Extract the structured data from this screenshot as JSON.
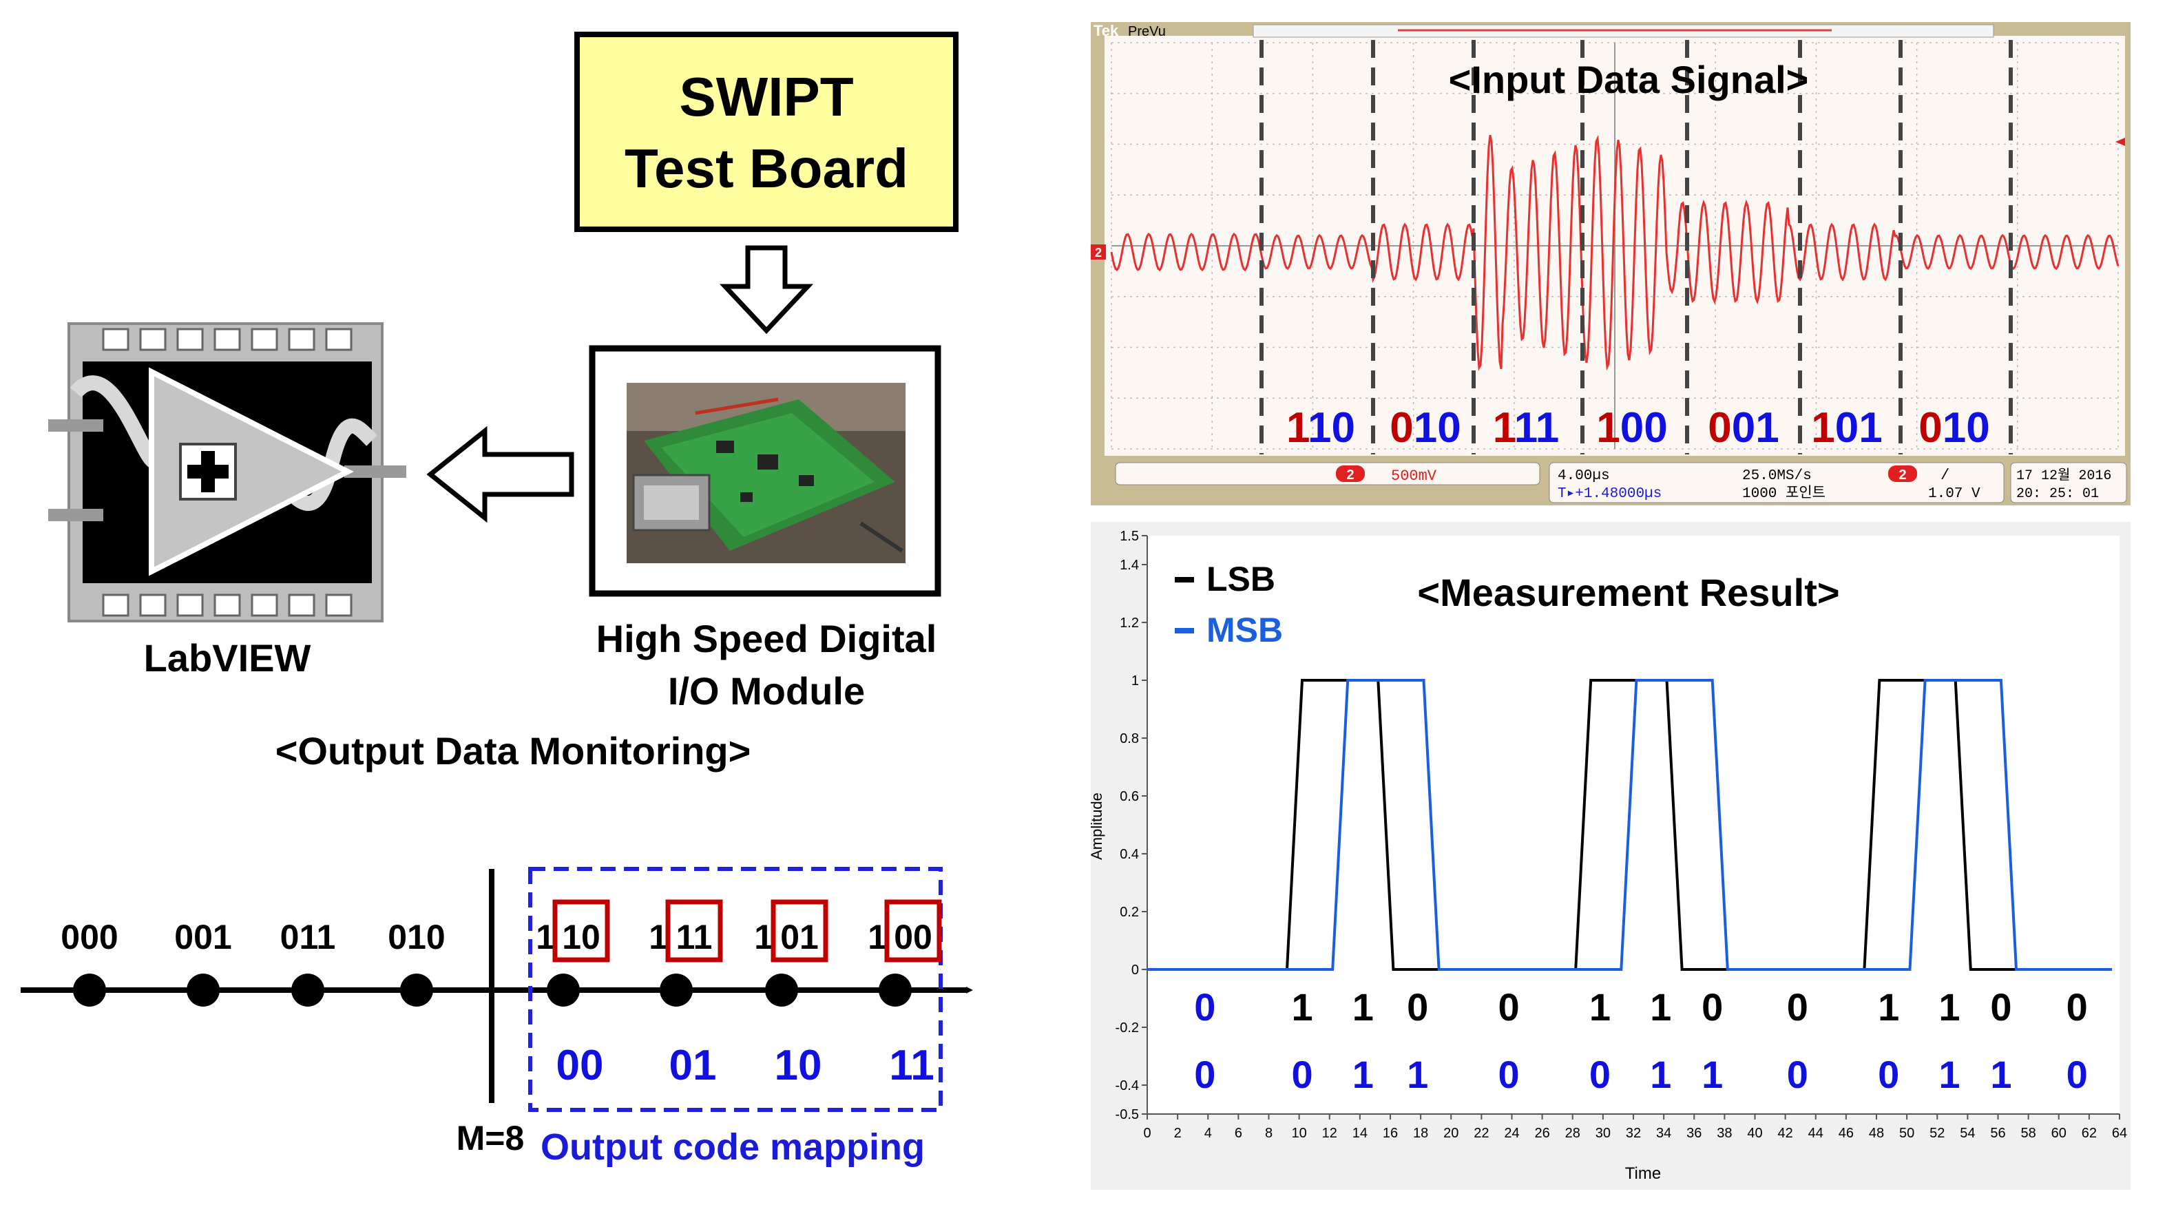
{
  "colors": {
    "swipt_fill": "#ffffa0",
    "scope_bg": "#fdf7f4",
    "scope_grid": "#bbbbbb",
    "scope_trace": "#e83030",
    "scope_chrome": "#c9bb94",
    "code_red": "#c00000",
    "code_blue": "#1010e0",
    "lsb": "#000000",
    "msb": "#1a5fe0",
    "mapping_box": "#2020e0",
    "chart_bg": "#f0f0f0"
  },
  "left": {
    "swipt_line1": "SWIPT",
    "swipt_line2": "Test Board",
    "module_line1": "High Speed Digital",
    "module_line2": "I/O Module",
    "labview_label": "LabVIEW",
    "monitoring_title": "<Output Data Monitoring>",
    "m_label": "M=8",
    "mapping_label": "Output code mapping",
    "points": [
      {
        "code": "000",
        "mapped": ""
      },
      {
        "code": "001",
        "mapped": ""
      },
      {
        "code": "011",
        "mapped": ""
      },
      {
        "code": "010",
        "mapped": ""
      },
      {
        "code_prefix": "1",
        "code_boxed": "10",
        "mapped": "00"
      },
      {
        "code_prefix": "1",
        "code_boxed": "11",
        "mapped": "01"
      },
      {
        "code_prefix": "1",
        "code_boxed": "01",
        "mapped": "10"
      },
      {
        "code_prefix": "1",
        "code_boxed": "00",
        "mapped": "11"
      }
    ]
  },
  "scope": {
    "title": "<Input Data Signal>",
    "brand": "Tek",
    "mode": "PreVu",
    "channel_marker": "2",
    "symbols": [
      {
        "first": "1",
        "rest": "10"
      },
      {
        "first": "0",
        "rest": "10"
      },
      {
        "first": "1",
        "rest": "11"
      },
      {
        "first": "1",
        "rest": "00"
      },
      {
        "first": "0",
        "rest": "01"
      },
      {
        "first": "1",
        "rest": "01"
      },
      {
        "first": "0",
        "rest": "10"
      }
    ],
    "status": {
      "ch_badge": "2",
      "volts_div": "500mV",
      "time_div": "4.00µs",
      "delay": "T▸+1.48000µs",
      "sample_rate": "25.0MS/s",
      "record": "1000 포인트",
      "trig_badge": "2",
      "trig_slope": "/",
      "trig_level": "1.07 V",
      "date": "17 12월 2016",
      "time": "20: 25: 01"
    }
  },
  "chart_data": {
    "type": "line",
    "title": "<Measurement Result>",
    "xlabel": "Time",
    "ylabel": "Amplitude",
    "xlim": [
      0,
      64
    ],
    "ylim": [
      -0.5,
      1.5
    ],
    "x_ticks": [
      0,
      2,
      4,
      6,
      8,
      10,
      12,
      14,
      16,
      18,
      20,
      22,
      24,
      26,
      28,
      30,
      32,
      34,
      36,
      38,
      40,
      42,
      44,
      46,
      48,
      50,
      52,
      54,
      56,
      58,
      60,
      62,
      64
    ],
    "y_ticks": [
      "-0.5",
      "-0.4",
      "-0.2",
      "0",
      "0.2",
      "0.4",
      "0.6",
      "0.8",
      "1",
      "1.2",
      "1.4",
      "1.5"
    ],
    "legend": "top-left",
    "series": [
      {
        "name": "LSB",
        "x": [
          0,
          9.2,
          10.2,
          15.2,
          16.2,
          28.2,
          29.2,
          34.2,
          35.2,
          47.2,
          48.2,
          53.2,
          54.2,
          63.5
        ],
        "y": [
          0,
          0,
          1,
          1,
          0,
          0,
          1,
          1,
          0,
          0,
          1,
          1,
          0,
          0
        ]
      },
      {
        "name": "MSB",
        "x": [
          0,
          12.2,
          13.2,
          18.2,
          19.2,
          31.2,
          32.2,
          37.2,
          38.2,
          50.2,
          51.2,
          56.2,
          57.2,
          63.5
        ],
        "y": [
          0,
          0,
          1,
          1,
          0,
          0,
          1,
          1,
          0,
          0,
          1,
          1,
          0,
          0
        ]
      }
    ],
    "bit_labels": {
      "x": [
        3.8,
        10.2,
        14.2,
        17.8,
        23.8,
        29.8,
        33.8,
        37.2,
        42.8,
        48.8,
        52.8,
        56.2,
        61.2
      ],
      "top": [
        "0",
        "1",
        "1",
        "0",
        "0",
        "1",
        "1",
        "0",
        "0",
        "1",
        "1",
        "0",
        "0"
      ],
      "top_colors": [
        "blue",
        "black",
        "black",
        "black",
        "black",
        "black",
        "black",
        "black",
        "black",
        "black",
        "black",
        "black",
        "black"
      ],
      "bottom": [
        "0",
        "0",
        "1",
        "1",
        "0",
        "0",
        "1",
        "1",
        "0",
        "0",
        "1",
        "1",
        "0"
      ]
    }
  }
}
